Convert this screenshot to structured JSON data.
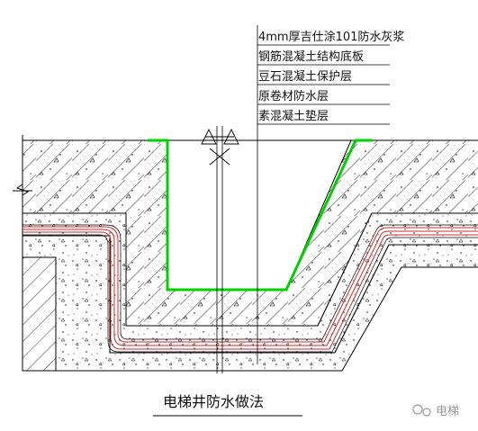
{
  "diagram": {
    "layer_labels": [
      "4mm厚吉仕涂101防水灰浆",
      "钢筋混凝土结构底板",
      "豆石混凝土保护层",
      "原卷材防水层",
      "素混凝土垫层"
    ],
    "title": "电梯井防水做法",
    "watermark": "电梯",
    "colors": {
      "coating": "#00d000",
      "membrane": "#cc2a2a",
      "line": "#000000"
    }
  }
}
